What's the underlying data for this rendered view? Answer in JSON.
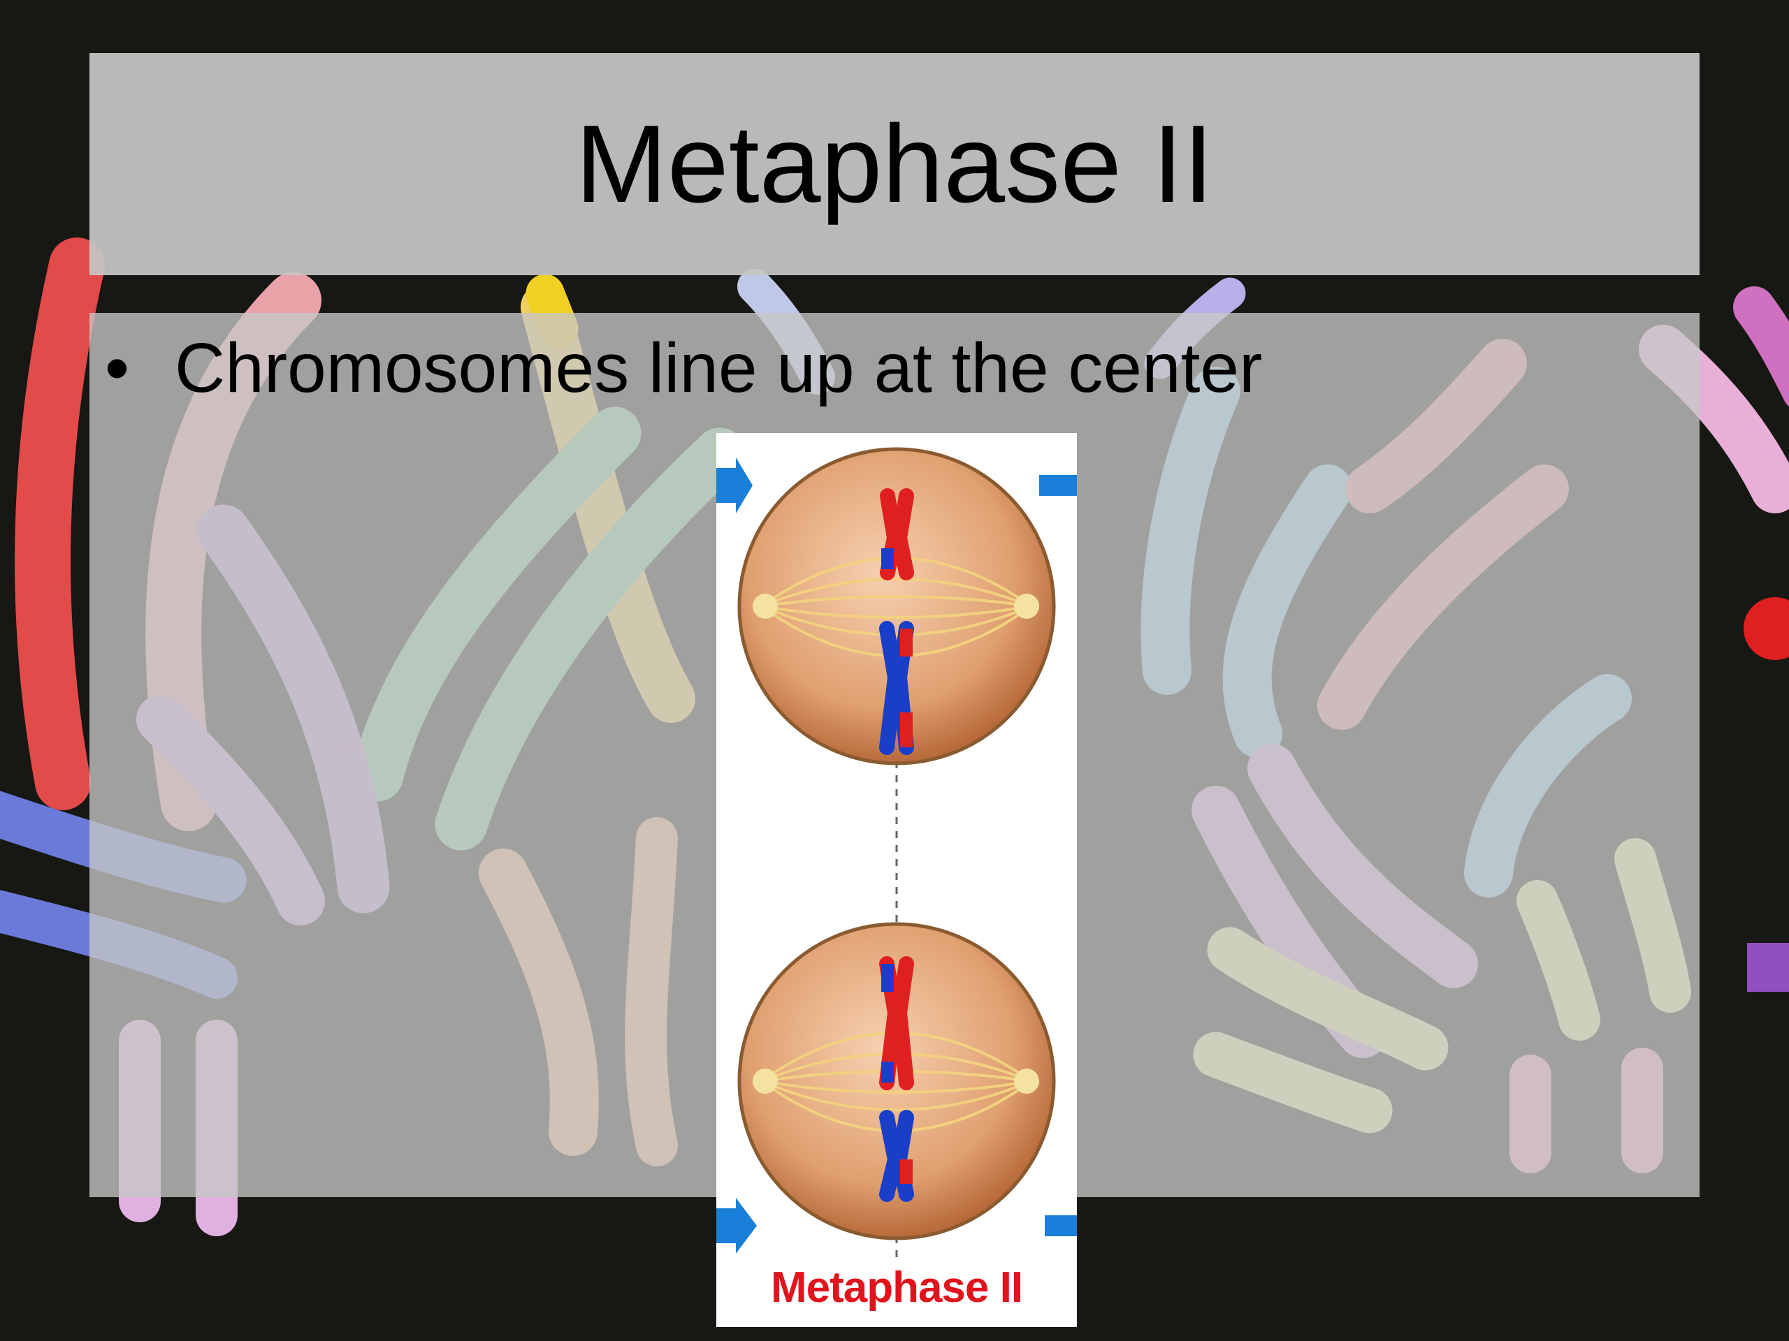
{
  "slide": {
    "title": "Metaphase II",
    "bullets": [
      {
        "marker": "•",
        "text": "Chromosomes line up at the center"
      }
    ]
  },
  "figure": {
    "caption": "Metaphase II",
    "arrow_color": "#1a7fd8",
    "cell_color": "#e0a070",
    "chromatid_colors": [
      "#e02020",
      "#1a3ec8"
    ]
  },
  "colors": {
    "background": "#171714",
    "panel": "#c6c6c6",
    "caption": "#e0141c"
  }
}
